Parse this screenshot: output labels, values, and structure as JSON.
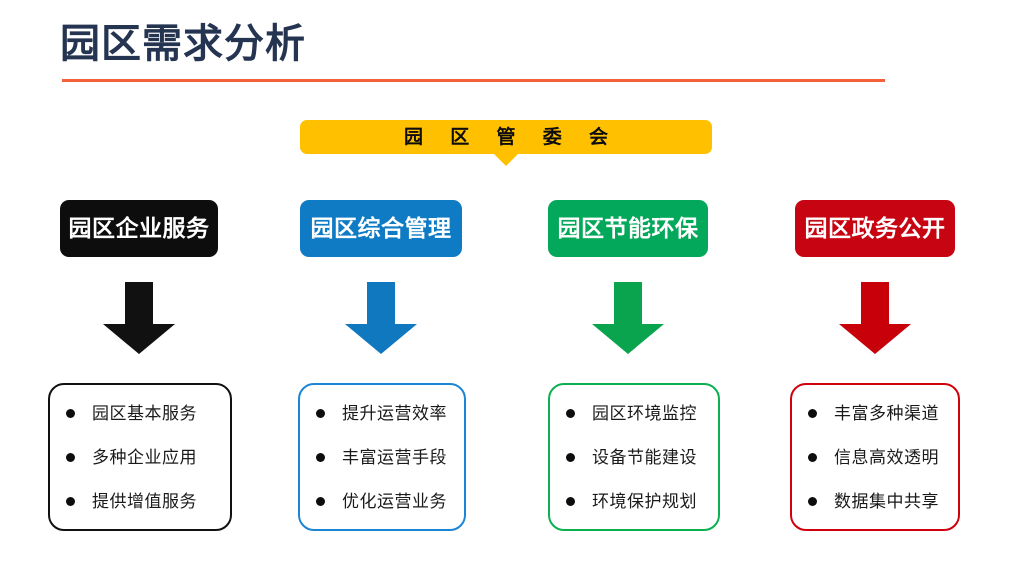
{
  "slide": {
    "title": "园区需求分析",
    "accent_rule_color": "#F4603C",
    "title_color": "#253551",
    "background": "#FFFFFF"
  },
  "banner": {
    "label": "园 区 管 委 会",
    "background": "#FFC000",
    "text_color": "#0D0D0D"
  },
  "columns": [
    {
      "header": "园区企业服务",
      "color": "#0D0D0D",
      "arrow_color": "#111111",
      "border_color": "#111111",
      "bullets": [
        "园区基本服务",
        "多种企业应用",
        "提供增值服务"
      ]
    },
    {
      "header": "园区综合管理",
      "color": "#0F7BC4",
      "arrow_color": "#0F78BE",
      "border_color": "#1C85D6",
      "bullets": [
        "提升运营效率",
        "丰富运营手段",
        "优化运营业务"
      ]
    },
    {
      "header": "园区节能环保",
      "color": "#04A85A",
      "arrow_color": "#0BA44E",
      "border_color": "#0BB150",
      "bullets": [
        "园区环境监控",
        "设备节能建设",
        "环境保护规划"
      ]
    },
    {
      "header": "园区政务公开",
      "color": "#C70411",
      "arrow_color": "#C8000A",
      "border_color": "#D0000C",
      "bullets": [
        "丰富多种渠道",
        "信息高效透明",
        "数据集中共享"
      ]
    }
  ]
}
